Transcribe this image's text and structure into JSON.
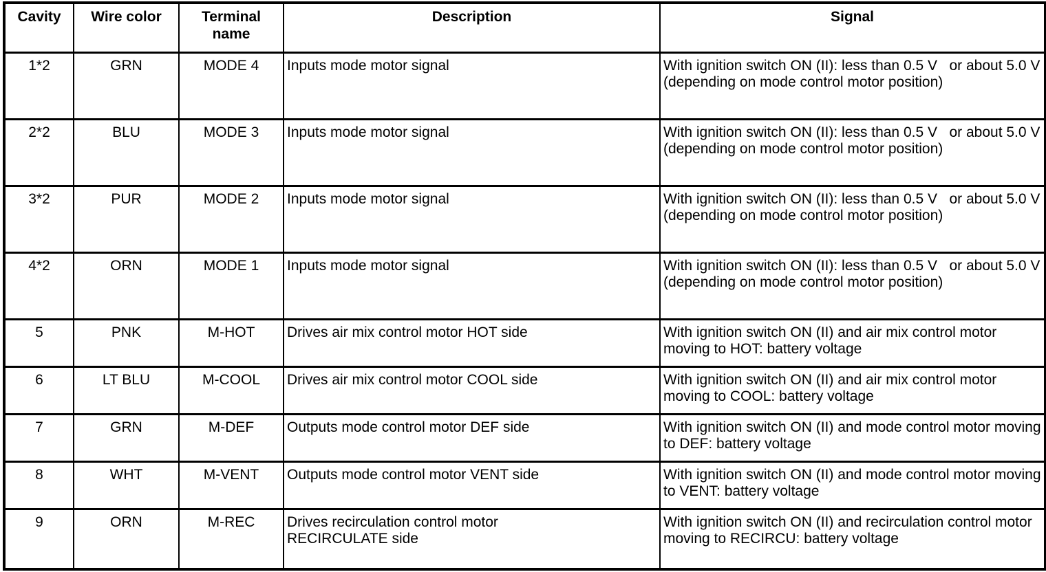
{
  "table": {
    "name": "connector-terminal-specification-table",
    "columns": [
      {
        "key": "cavity",
        "label": "Cavity"
      },
      {
        "key": "wire",
        "label": "Wire color"
      },
      {
        "key": "terminal",
        "label": "Terminal\nname"
      },
      {
        "key": "desc",
        "label": "Description"
      },
      {
        "key": "signal",
        "label": "Signal"
      }
    ],
    "rows": [
      {
        "cavity": "1*2",
        "wire": "GRN",
        "terminal": "MODE 4",
        "desc": "Inputs mode motor signal",
        "signal": "With ignition switch ON (II): less than 0.5 V   or about 5.0 V (depending on mode control motor position)"
      },
      {
        "cavity": "2*2",
        "wire": "BLU",
        "terminal": "MODE 3",
        "desc": "Inputs mode motor signal",
        "signal": "With ignition switch ON (II): less than 0.5 V   or about 5.0 V (depending on mode control motor position)"
      },
      {
        "cavity": "3*2",
        "wire": "PUR",
        "terminal": "MODE 2",
        "desc": "Inputs mode motor signal",
        "signal": "With ignition switch ON (II): less than 0.5 V   or about 5.0 V (depending on mode control motor position)"
      },
      {
        "cavity": "4*2",
        "wire": "ORN",
        "terminal": "MODE 1",
        "desc": "Inputs mode motor signal",
        "signal": "With ignition switch ON (II): less than 0.5 V   or about 5.0 V (depending on mode control motor position)"
      },
      {
        "cavity": "5",
        "wire": "PNK",
        "terminal": "M-HOT",
        "desc": "Drives air mix control motor HOT side",
        "signal": "With ignition switch ON (II) and air mix control motor moving to HOT: battery voltage"
      },
      {
        "cavity": "6",
        "wire": "LT BLU",
        "terminal": "M-COOL",
        "desc": "Drives air mix control motor COOL side",
        "signal": "With ignition switch ON (II) and air mix control motor moving to COOL: battery voltage"
      },
      {
        "cavity": "7",
        "wire": "GRN",
        "terminal": "M-DEF",
        "desc": "Outputs mode control motor DEF side",
        "signal": "With ignition switch ON (II) and mode control motor moving to DEF: battery voltage"
      },
      {
        "cavity": "8",
        "wire": "WHT",
        "terminal": "M-VENT",
        "desc": "Outputs mode control motor VENT side",
        "signal": "With ignition switch ON (II) and mode control motor moving to VENT: battery voltage"
      },
      {
        "cavity": "9",
        "wire": "ORN",
        "terminal": "M-REC",
        "desc": "Drives recirculation control motor\nRECIRCULATE side",
        "signal": "With ignition switch ON (II) and recirculation control motor moving to RECIRCU: battery voltage"
      }
    ]
  },
  "style": {
    "text_color": "#000000",
    "border_color": "#000000",
    "background_color": "#ffffff"
  }
}
